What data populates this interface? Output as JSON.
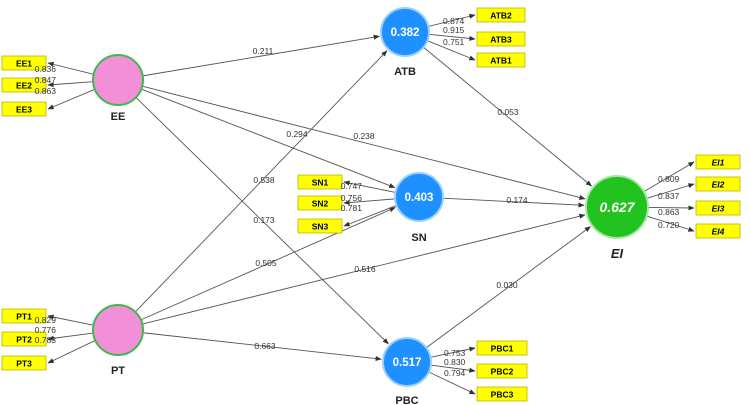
{
  "colors": {
    "exogenous": "#f28fd9",
    "endogenous": "#1e90ff",
    "outcome": "#22c21f",
    "exogenous_stroke": "#3fb94a",
    "indicator": "#ffff00"
  },
  "constructs": {
    "EE": {
      "label": "EE",
      "r2": ""
    },
    "PT": {
      "label": "PT",
      "r2": ""
    },
    "ATB": {
      "label": "ATB",
      "r2": "0.382"
    },
    "SN": {
      "label": "SN",
      "r2": "0.403"
    },
    "PBC": {
      "label": "PBC",
      "r2": "0.517"
    },
    "EI": {
      "label": "EI",
      "r2": "0.627"
    }
  },
  "indicators": {
    "EE": [
      {
        "name": "EE1",
        "loading": "0.836"
      },
      {
        "name": "EE2",
        "loading": "0.847"
      },
      {
        "name": "EE3",
        "loading": "0.863"
      }
    ],
    "PT": [
      {
        "name": "PT1",
        "loading": "0.829"
      },
      {
        "name": "PT2",
        "loading": "0.776"
      },
      {
        "name": "PT3",
        "loading": "0.783"
      }
    ],
    "ATB": [
      {
        "name": "ATB2",
        "loading": "0.874"
      },
      {
        "name": "ATB3",
        "loading": "0.915"
      },
      {
        "name": "ATB1",
        "loading": "0.751"
      }
    ],
    "SN": [
      {
        "name": "SN1",
        "loading": "0.747"
      },
      {
        "name": "SN2",
        "loading": "0.756"
      },
      {
        "name": "SN3",
        "loading": "0.781"
      }
    ],
    "PBC": [
      {
        "name": "PBC1",
        "loading": "0.753"
      },
      {
        "name": "PBC2",
        "loading": "0.830"
      },
      {
        "name": "PBC3",
        "loading": "0.794"
      }
    ],
    "EI": [
      {
        "name": "EI1",
        "loading": "0.809"
      },
      {
        "name": "EI2",
        "loading": "0.837"
      },
      {
        "name": "EI3",
        "loading": "0.863"
      },
      {
        "name": "EI4",
        "loading": "0.720"
      }
    ]
  },
  "paths": [
    {
      "from": "EE",
      "to": "ATB",
      "coef": "0.211"
    },
    {
      "from": "EE",
      "to": "SN",
      "coef": "0.294"
    },
    {
      "from": "EE",
      "to": "EI",
      "coef": "0.238"
    },
    {
      "from": "EE",
      "to": "PBC",
      "coef": "0.173"
    },
    {
      "from": "PT",
      "to": "ATB",
      "coef": "0.538"
    },
    {
      "from": "PT",
      "to": "SN",
      "coef": "0.505"
    },
    {
      "from": "PT",
      "to": "EI",
      "coef": "0.516"
    },
    {
      "from": "PT",
      "to": "PBC",
      "coef": "0.663"
    },
    {
      "from": "ATB",
      "to": "EI",
      "coef": "0.053"
    },
    {
      "from": "SN",
      "to": "EI",
      "coef": "0.174"
    },
    {
      "from": "PBC",
      "to": "EI",
      "coef": "0.030"
    }
  ]
}
